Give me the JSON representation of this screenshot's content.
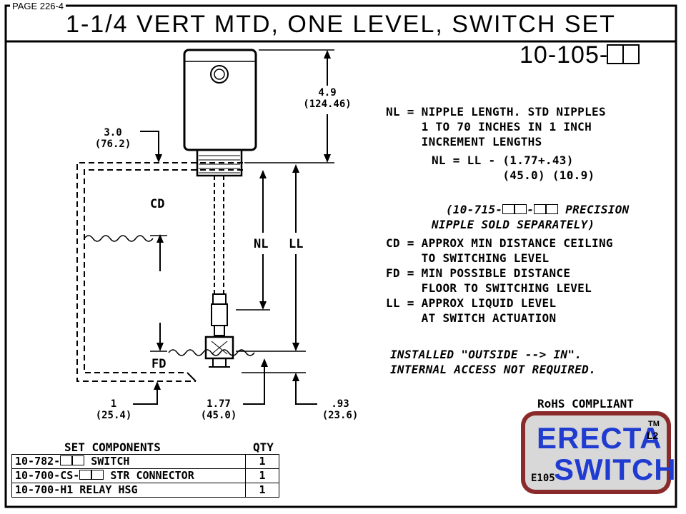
{
  "page_label": "PAGE 226-4",
  "title": "1-1/4 VERT MTD, ONE LEVEL, SWITCH SET",
  "part_number": "10-105-",
  "notes": {
    "nl": "NL = NIPPLE LENGTH. STD NIPPLES\n     1 TO 70 INCHES IN 1 INCH\n     INCREMENT LENGTHS",
    "formula": "NL = LL - (1.77+.43)\n          (45.0) (10.9)",
    "precision_a": "(10-715-",
    "precision_b": "-",
    "precision_c": " PRECISION",
    "precision_d": "NIPPLE SOLD SEPARATELY)",
    "cd": "CD = APPROX MIN DISTANCE CEILING\n     TO SWITCHING LEVEL",
    "fd": "FD = MIN POSSIBLE DISTANCE\n     FLOOR TO SWITCHING LEVEL",
    "ll": "LL = APPROX LIQUID LEVEL\n     AT SWITCH ACTUATION",
    "installed": "INSTALLED \"OUTSIDE --> IN\".\nINTERNAL ACCESS NOT REQUIRED."
  },
  "dimensions": {
    "d49": "4.9\n(124.46)",
    "d30": "3.0\n(76.2)",
    "d1": "1\n(25.4)",
    "d177": "1.77\n(45.0)",
    "d93": ".93\n(23.6)"
  },
  "labels": {
    "cd": "CD",
    "fd": "FD",
    "nl": "NL",
    "ll": "LL"
  },
  "set_components": {
    "header": "SET COMPONENTS",
    "qty_header": "QTY",
    "rows": [
      {
        "pre": "10-782-",
        "post": " SWITCH",
        "qty": "1"
      },
      {
        "pre": "10-700-CS-",
        "post": " STR CONNECTOR",
        "qty": "1"
      },
      {
        "pre": "10-700-H1 RELAY HSG",
        "post": "",
        "qty": "1"
      }
    ]
  },
  "rohs": "RoHS COMPLIANT",
  "logo": {
    "line1": "ERECTA",
    "line2": "SWITCH",
    "tm": "TM",
    "l2": "L2",
    "code": "E105"
  },
  "colors": {
    "logo_border": "#8a2a2a",
    "logo_text": "#1f3bd0",
    "logo_bg": "#d8d8d8"
  }
}
